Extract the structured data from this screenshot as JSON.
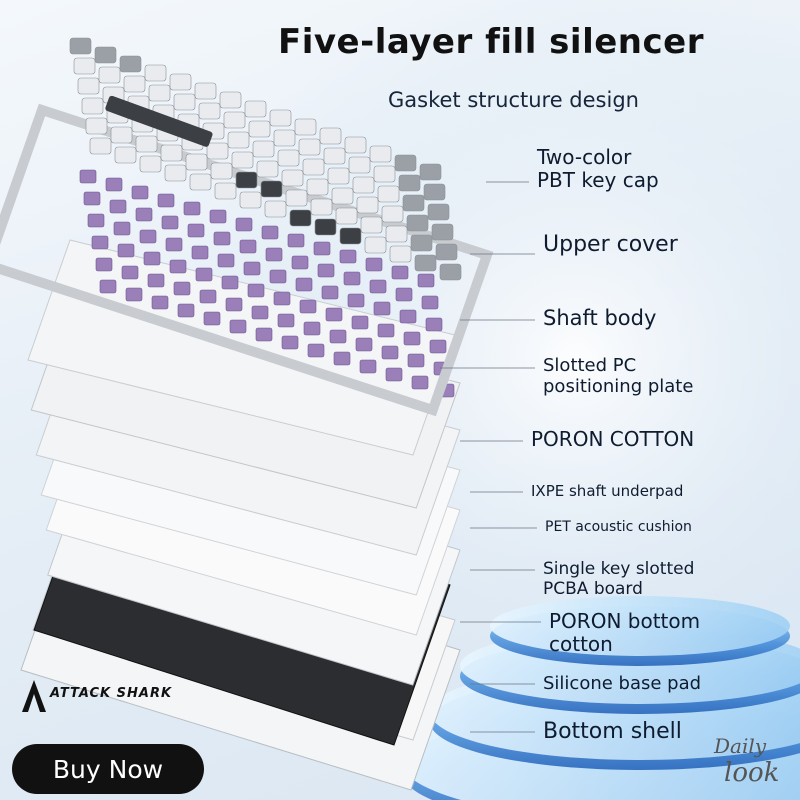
{
  "header": {
    "title": "Five-layer fill silencer",
    "subtitle": "Gasket structure design"
  },
  "layers": [
    {
      "label_lines": [
        "Two-color",
        "PBT key cap"
      ]
    },
    {
      "label_lines": [
        "Upper cover"
      ]
    },
    {
      "label_lines": [
        "Shaft body"
      ]
    },
    {
      "label_lines": [
        "Slotted PC",
        "positioning plate"
      ]
    },
    {
      "label_lines": [
        "PORON COTTON"
      ]
    },
    {
      "label_lines": [
        "IXPE shaft underpad"
      ]
    },
    {
      "label_lines": [
        "PET acoustic cushion"
      ]
    },
    {
      "label_lines": [
        "Single key slotted",
        "PCBA board"
      ]
    },
    {
      "label_lines": [
        "PORON bottom",
        "cotton"
      ]
    },
    {
      "label_lines": [
        "Silicone base pad"
      ]
    },
    {
      "label_lines": [
        "Bottom shell"
      ]
    }
  ],
  "brand": {
    "logo_text": "ATTACK SHARK"
  },
  "cta": {
    "buy_label": "Buy Now"
  },
  "watermark": {
    "line1": "Daily",
    "line2": "look"
  },
  "colors": {
    "switch_purple": "#9a7fb8",
    "keycap_light": "#e9ebee",
    "keycap_gray": "#9ba0a6",
    "keycap_dark": "#3c3f44",
    "background_accent": "#4f97e0"
  }
}
